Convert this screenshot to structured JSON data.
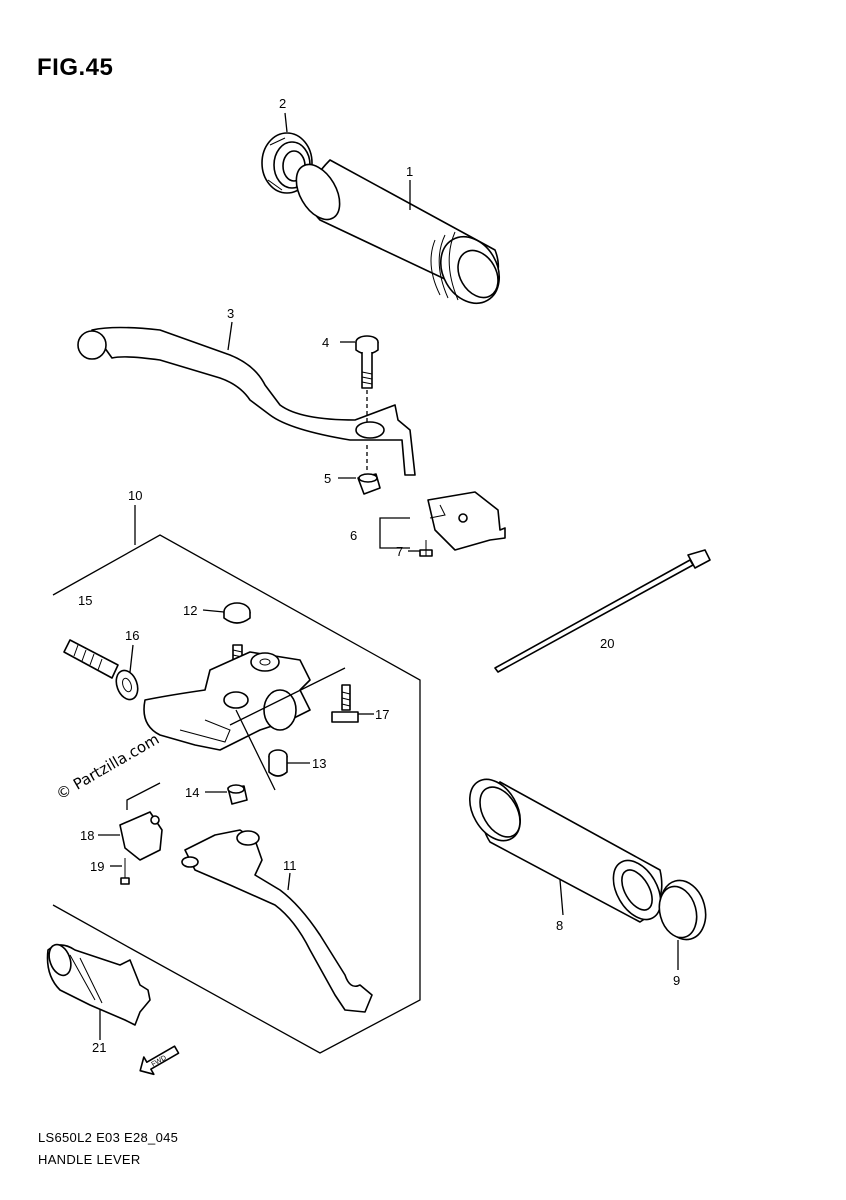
{
  "figure_title": "FIG.45",
  "watermark": "© Partzilla.com",
  "fwd_arrow_label": "FWD",
  "footer": {
    "code": "LS650L2 E03 E28_045",
    "name": "HANDLE LEVER"
  },
  "callouts": {
    "c1": "1",
    "c2": "2",
    "c3": "3",
    "c4": "4",
    "c5": "5",
    "c6": "6",
    "c7": "7",
    "c8": "8",
    "c9": "9",
    "c10": "10",
    "c11": "11",
    "c12": "12",
    "c13": "13",
    "c14": "14",
    "c15": "15",
    "c16": "16",
    "c17": "17",
    "c18": "18",
    "c19": "19",
    "c20": "20",
    "c21": "21"
  }
}
